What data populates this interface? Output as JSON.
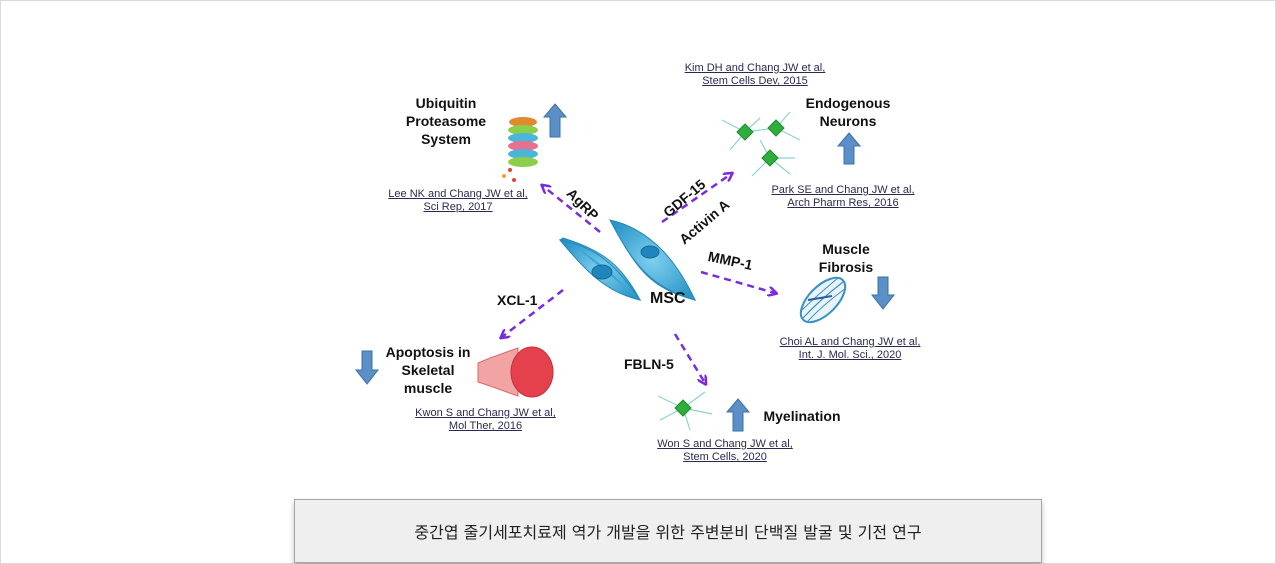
{
  "center": {
    "label": "MSC"
  },
  "nodes": {
    "ups": {
      "title_lines": [
        "Ubiquitin",
        "Proteasome",
        "System"
      ],
      "ref": [
        "Lee NK and Chang JW et al,",
        "Sci Rep, 2017"
      ],
      "trend": "up"
    },
    "neurons": {
      "title_lines": [
        "Endogenous",
        "Neurons"
      ],
      "ref_top": [
        "Kim DH and Chang JW et al,",
        "Stem Cells Dev, 2015"
      ],
      "ref": [
        "Park SE and Chang JW et al,",
        "Arch Pharm Res, 2016"
      ],
      "trend": "up"
    },
    "fibrosis": {
      "title_lines": [
        "Muscle",
        "Fibrosis"
      ],
      "ref": [
        "Choi AL and Chang JW et al,",
        "Int. J. Mol. Sci., 2020"
      ],
      "trend": "down"
    },
    "myelin": {
      "title_lines": [
        "Myelination"
      ],
      "ref": [
        "Won S and Chang JW et al,",
        "Stem Cells, 2020"
      ],
      "trend": "up"
    },
    "apoptosis": {
      "title_lines": [
        "Apoptosis  in",
        "Skeletal",
        "muscle"
      ],
      "ref": [
        "Kwon S and Chang JW et al,",
        "Mol Ther, 2016"
      ],
      "trend": "down"
    }
  },
  "molecules": {
    "agrp": "AgRP",
    "gdf15": "GDF-15",
    "activin": "Activin A",
    "mmp1": "MMP-1",
    "xcl1": "XCL-1",
    "fbln5": "FBLN-5"
  },
  "colors": {
    "arrow": "#7a2be2",
    "msc": "#3aa9d8",
    "trend_arrow": "#5b8fc7",
    "neuron": "#2fae3c",
    "muscle": "#e4414d"
  },
  "caption": "중간엽 줄기세포치료제  역가 개발을 위한 주변분비 단백질 발굴 및 기전 연구"
}
